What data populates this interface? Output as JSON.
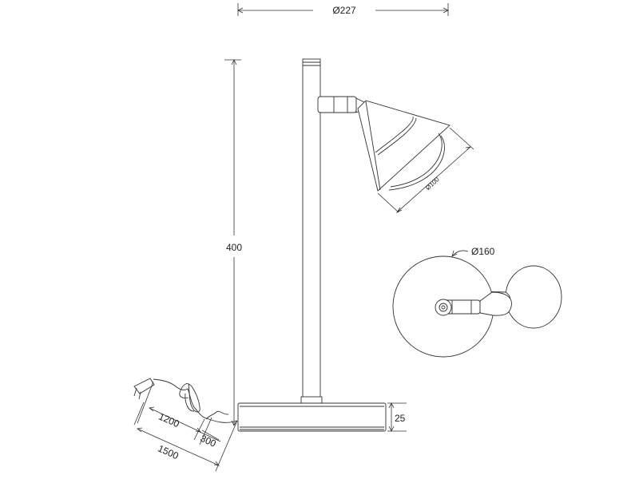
{
  "dimensions": {
    "overall_width": "Ø227",
    "height": "400",
    "shade_diameter": "Ø100",
    "base_diameter": "Ø160",
    "base_height": "25",
    "cable_1": "1200",
    "cable_2": "1500",
    "cable_3": "300"
  }
}
